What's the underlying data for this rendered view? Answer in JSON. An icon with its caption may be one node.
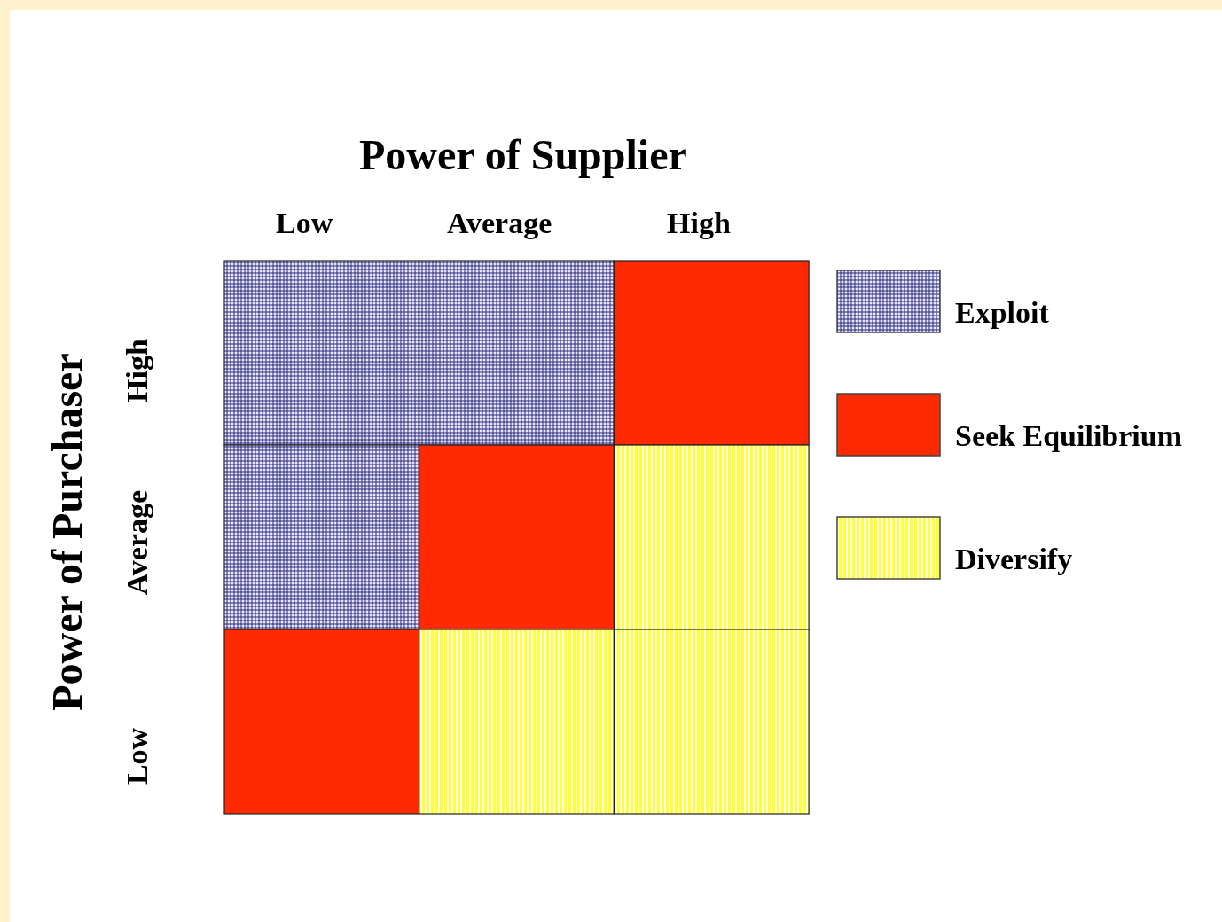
{
  "diagram": {
    "labels": [
      "Power of Supplier",
      "Low",
      "Average",
      "High",
      "Power of Purchaser",
      "High",
      "Average",
      "Low"
    ],
    "legend": [
      {
        "text": "Exploit",
        "color": "#8888cc"
      },
      {
        "text": "Seek Equilibrium",
        "color": "#ff2a00"
      },
      {
        "text": "Diversify",
        "color": "#ffff33"
      }
    ]
  }
}
